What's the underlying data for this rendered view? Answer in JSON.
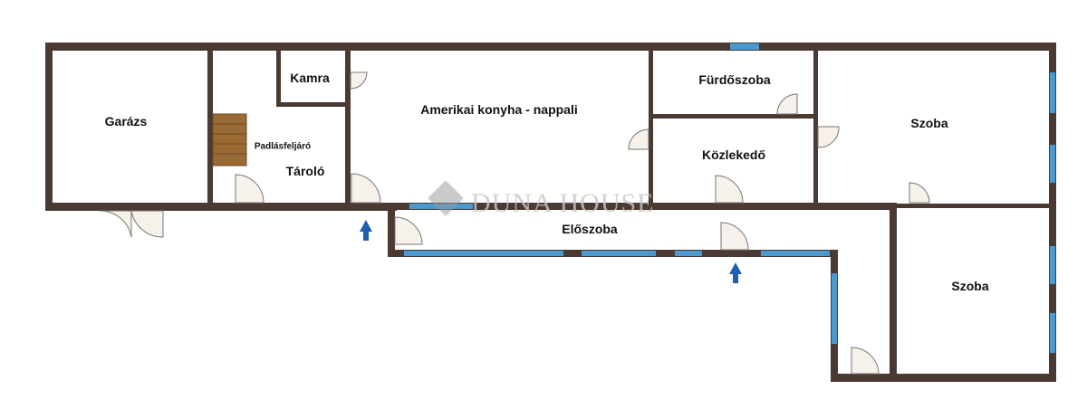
{
  "rooms": {
    "garage": "Garázs",
    "pantry": "Kamra",
    "kitchen_living": "Amerikai konyha - nappali",
    "bathroom": "Fürdőszoba",
    "corridor": "Közlekedő",
    "room1": "Szoba",
    "room2": "Szoba",
    "storage": "Tároló",
    "attic_stairs": "Padlásfeljáró",
    "hall": "Előszoba"
  },
  "watermark": "DUNA HOUSE",
  "colors": {
    "wall": "#4a3a33",
    "window": "#4a9ad0",
    "stairs": "#9a6a35",
    "arrow": "#1f5fb0"
  }
}
